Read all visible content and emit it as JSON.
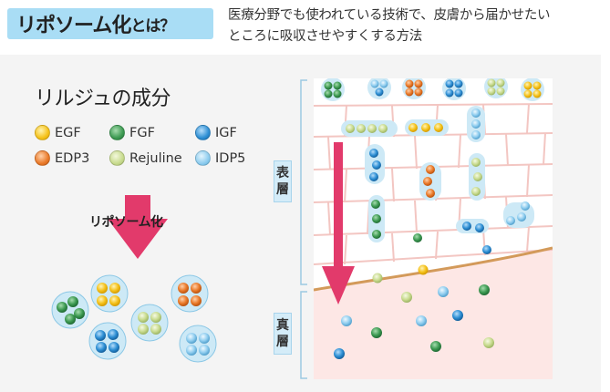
{
  "header": {
    "badge_main": "リポソーム化",
    "badge_suffix": "とは？",
    "description_line1": "医療分野でも使われている技術で、皮膚から届かせたい",
    "description_line2": "ところに吸収させやすくする方法"
  },
  "components": {
    "title": "リルジュの成分",
    "items": [
      {
        "label": "EGF",
        "color": "#f5c21b"
      },
      {
        "label": "FGF",
        "color": "#3d9a52"
      },
      {
        "label": "IGF",
        "color": "#2e8fd4"
      },
      {
        "label": "EDP3",
        "color": "#ea7a2a"
      },
      {
        "label": "Rejuline",
        "color": "#c8db8e"
      },
      {
        "label": "IDP5",
        "color": "#8fcdef"
      }
    ]
  },
  "liposome_label": "リポソーム化",
  "layers": {
    "epidermis": "表層",
    "dermis": "真層"
  },
  "colors": {
    "badge_bg": "#a9ddf5",
    "arrow": "#e23a6b",
    "liposome_bg": "#cde9f6",
    "skin_line": "#d39a5a",
    "dermis_bg": "#fde7e5",
    "cell_line": "#f3c6c2"
  }
}
